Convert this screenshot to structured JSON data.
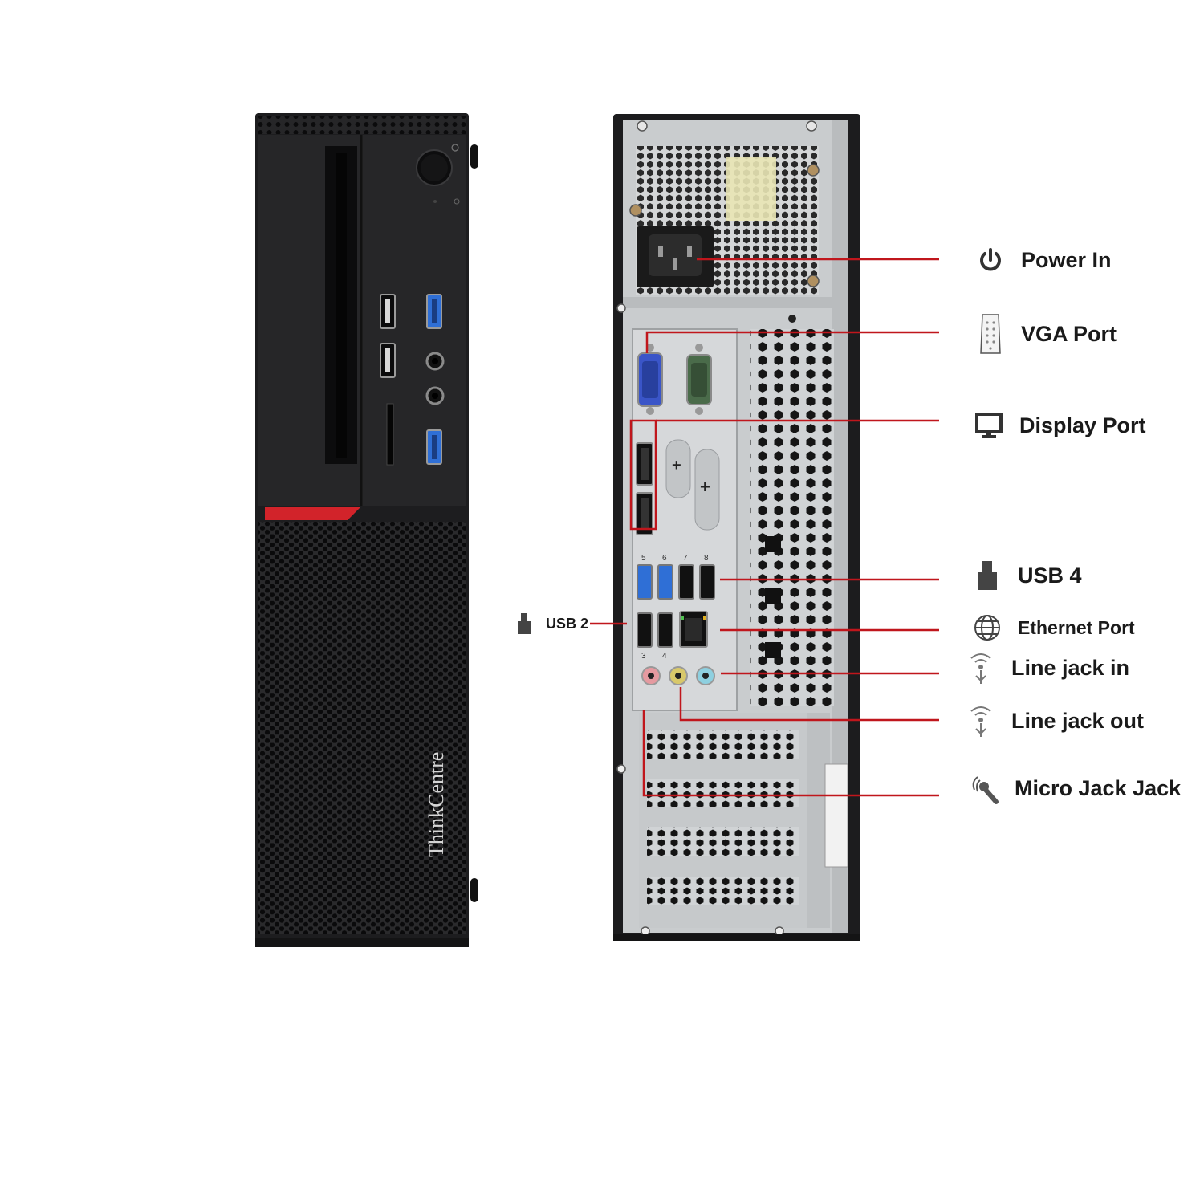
{
  "colors": {
    "callout_line": "#c0161c",
    "chassis": "#1c1c1e",
    "panel": "#cfd2d4",
    "usb3_blue": "#2f6fd6",
    "accent_red": "#d2232a",
    "vga_blue": "#3a55c8",
    "serial_green": "#4a6b4a"
  },
  "front": {
    "brand_text": "ThinkCentre"
  },
  "labels": {
    "power_in": "Power In",
    "vga_port": "VGA Port",
    "display_port": "Display Port",
    "usb_4": "USB 4",
    "ethernet_port": "Ethernet Port",
    "line_jack_in": "Line jack in",
    "line_jack_out": "Line jack out",
    "micro_jack": "Micro Jack Jack",
    "usb_2": "USB 2"
  },
  "icons": {
    "power_in": "power-icon",
    "vga_port": "vga-connector-icon",
    "display_port": "monitor-icon",
    "usb_4": "usb-plug-icon",
    "ethernet_port": "globe-icon",
    "line_jack_in": "audio-signal-icon",
    "line_jack_out": "audio-signal-icon",
    "micro_jack": "microphone-icon",
    "usb_2": "usb-plug-icon"
  },
  "back_port_numbers": [
    "5",
    "6",
    "7",
    "8",
    "3",
    "4"
  ]
}
